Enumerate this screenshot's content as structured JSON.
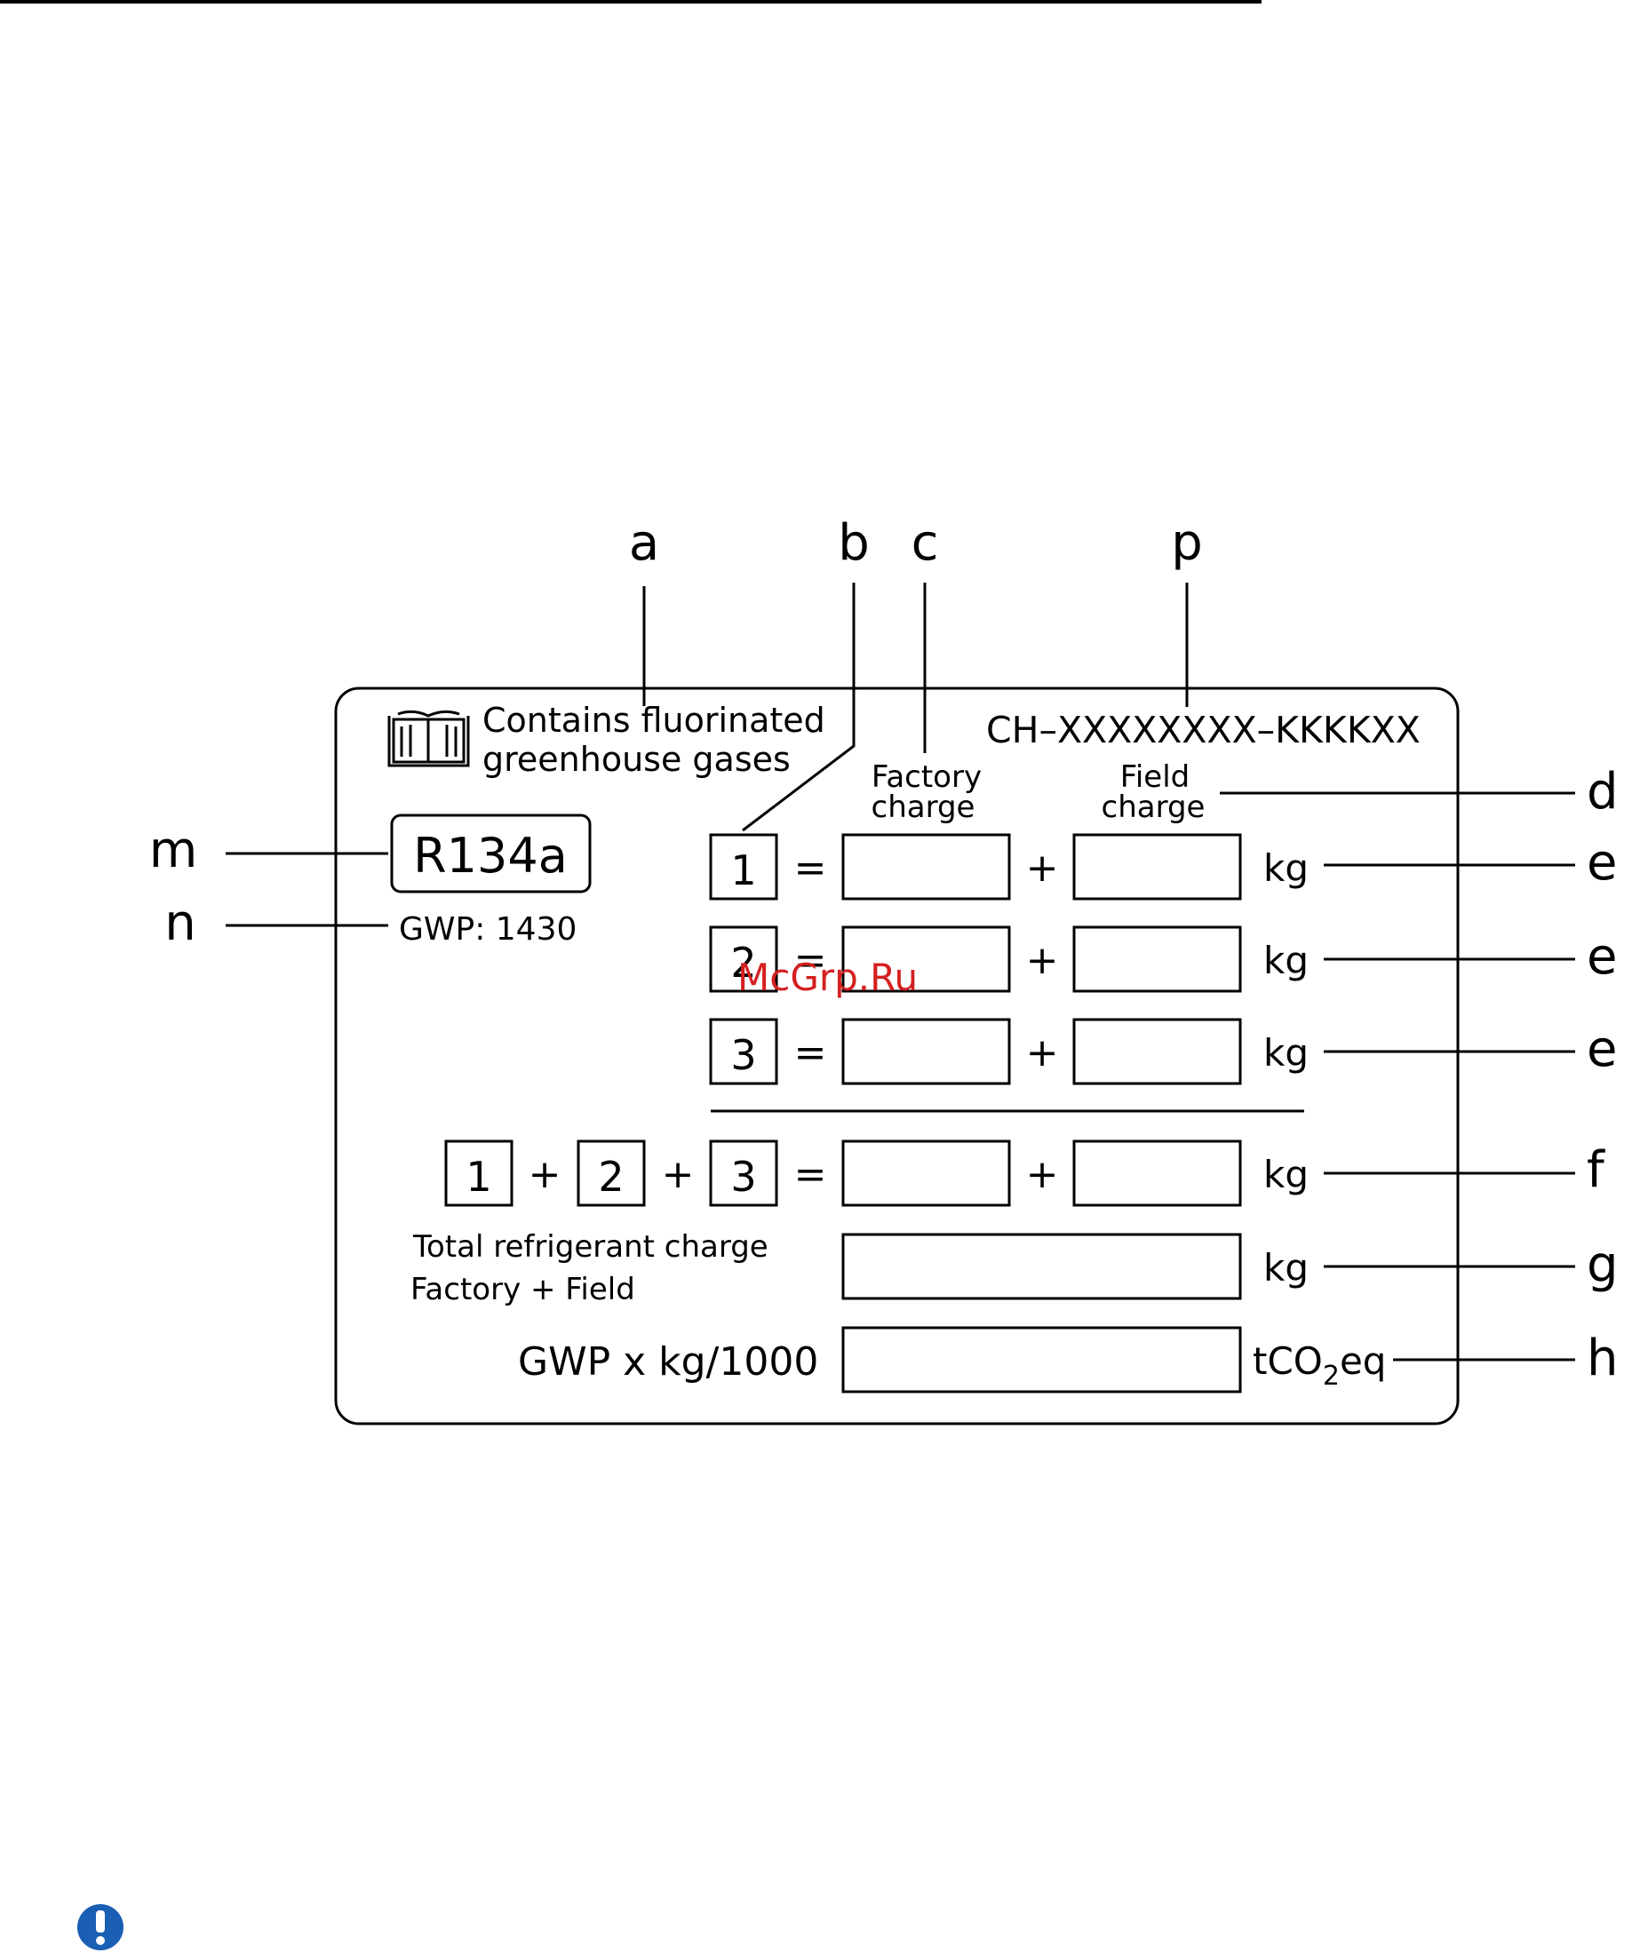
{
  "label": {
    "heading_line1": "Contains fluorinated",
    "heading_line2": "greenhouse gases",
    "refrigerant": "R134a",
    "gwp": "GWP: 1430",
    "code": "CH–XXXXXXXX–KKKKXX",
    "col_factory_line1": "Factory",
    "col_factory_line2": "charge",
    "col_field_line1": "Field",
    "col_field_line2": "charge",
    "circuits": [
      "1",
      "2",
      "3"
    ],
    "equals": "=",
    "plus": "+",
    "unit_kg": "kg",
    "total_line1": "Total refrigerant charge",
    "total_line2": "Factory + Field",
    "gwp_formula": "GWP x kg/1000",
    "unit_co2_t": "tCO",
    "unit_co2_sub": "2",
    "unit_co2_eq": "eq"
  },
  "callouts": {
    "a": "a",
    "b": "b",
    "c": "c",
    "p": "p",
    "d": "d",
    "e1": "e",
    "e2": "e",
    "e3": "e",
    "f": "f",
    "g": "g",
    "h": "h",
    "m": "m",
    "n": "n"
  },
  "watermark": {
    "text": "McGrp.Ru",
    "color": "#d42020"
  },
  "colors": {
    "line": "#000000",
    "important_icon": "#1a5fb4"
  },
  "icons": {
    "manual": "book-icon",
    "important": "exclamation-icon"
  }
}
